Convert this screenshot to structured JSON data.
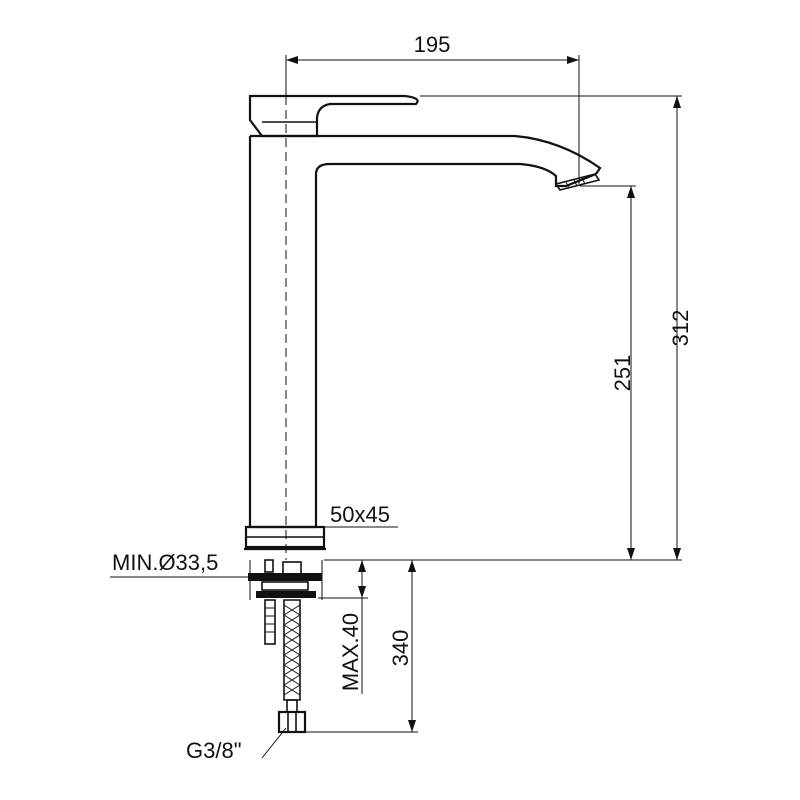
{
  "dimensions": {
    "spout_reach": "195",
    "total_height": "312",
    "spout_height": "251",
    "base_size": "50x45",
    "hole_min": "MIN.Ø33,5",
    "deck_max": "MAX.40",
    "hose_length": "340",
    "thread": "G3/8\""
  },
  "colors": {
    "line": "#111111",
    "background": "#ffffff"
  }
}
